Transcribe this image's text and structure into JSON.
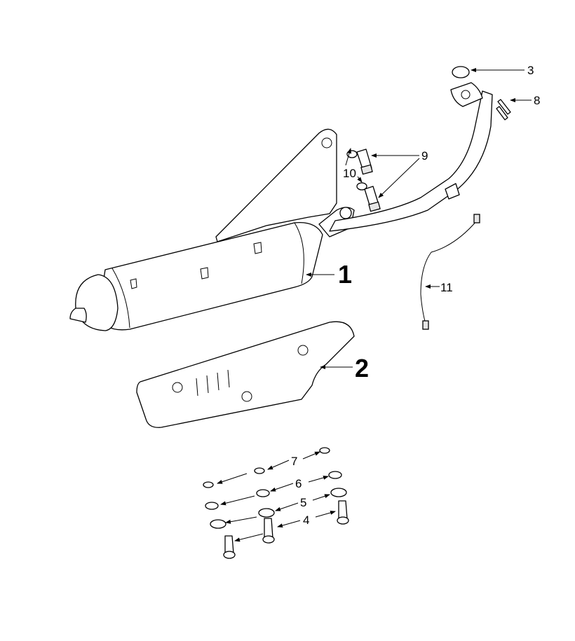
{
  "diagram": {
    "type": "exploded-parts-view",
    "labels": {
      "p1": "1",
      "p2": "2",
      "p3": "3",
      "p4": "4",
      "p5": "5",
      "p6": "6",
      "p7": "7",
      "p8": "8",
      "p9": "9",
      "p10": "10",
      "p11": "11"
    }
  }
}
